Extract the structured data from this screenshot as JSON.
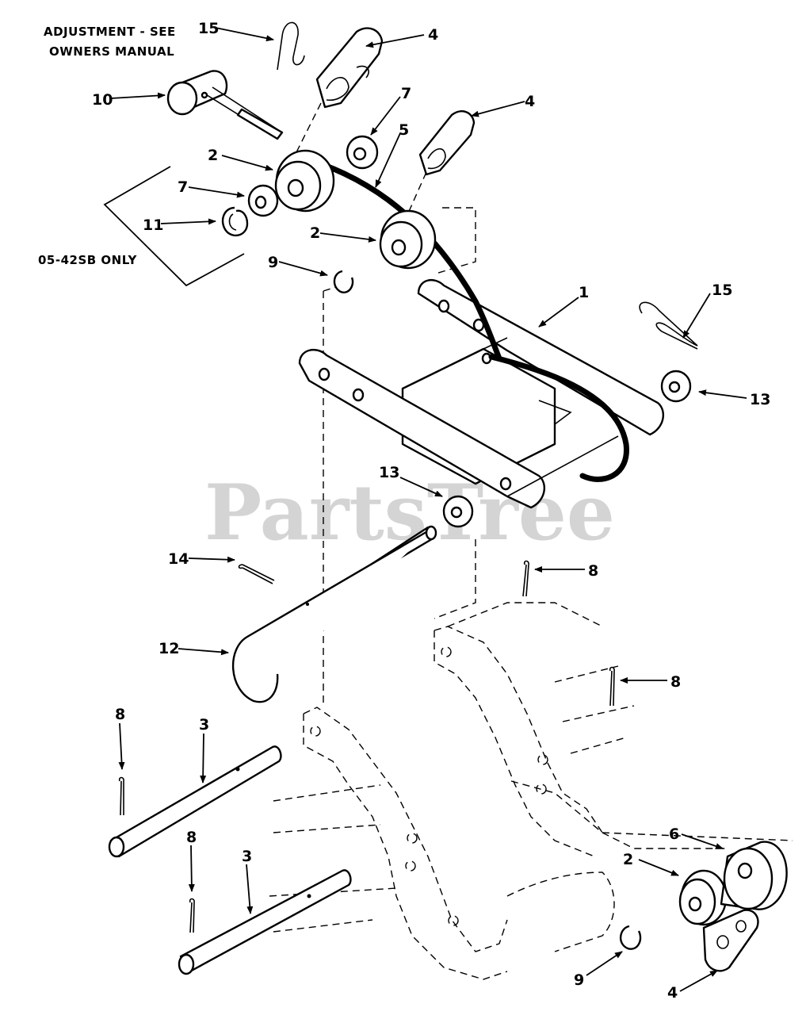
{
  "watermark": "PartsTree",
  "notes": {
    "adjustment_line1": "ADJUSTMENT - SEE",
    "adjustment_line2": "OWNERS MANUAL",
    "model_only": "05-42SB ONLY"
  },
  "callouts": [
    {
      "id": "c15a",
      "num": "15"
    },
    {
      "id": "c4a",
      "num": "4"
    },
    {
      "id": "c10",
      "num": "10"
    },
    {
      "id": "c7a",
      "num": "7"
    },
    {
      "id": "c4b",
      "num": "4"
    },
    {
      "id": "c5",
      "num": "5"
    },
    {
      "id": "c2a",
      "num": "2"
    },
    {
      "id": "c7b",
      "num": "7"
    },
    {
      "id": "c11",
      "num": "11"
    },
    {
      "id": "c2b",
      "num": "2"
    },
    {
      "id": "c9a",
      "num": "9"
    },
    {
      "id": "c1",
      "num": "1"
    },
    {
      "id": "c15b",
      "num": "15"
    },
    {
      "id": "c13a",
      "num": "13"
    },
    {
      "id": "c13b",
      "num": "13"
    },
    {
      "id": "c14",
      "num": "14"
    },
    {
      "id": "c8a",
      "num": "8"
    },
    {
      "id": "c12",
      "num": "12"
    },
    {
      "id": "c8b",
      "num": "8"
    },
    {
      "id": "c8c",
      "num": "8"
    },
    {
      "id": "c3a",
      "num": "3"
    },
    {
      "id": "c8d",
      "num": "8"
    },
    {
      "id": "c3b",
      "num": "3"
    },
    {
      "id": "c6",
      "num": "6"
    },
    {
      "id": "c2c",
      "num": "2"
    },
    {
      "id": "c9b",
      "num": "9"
    },
    {
      "id": "c4c",
      "num": "4"
    }
  ]
}
